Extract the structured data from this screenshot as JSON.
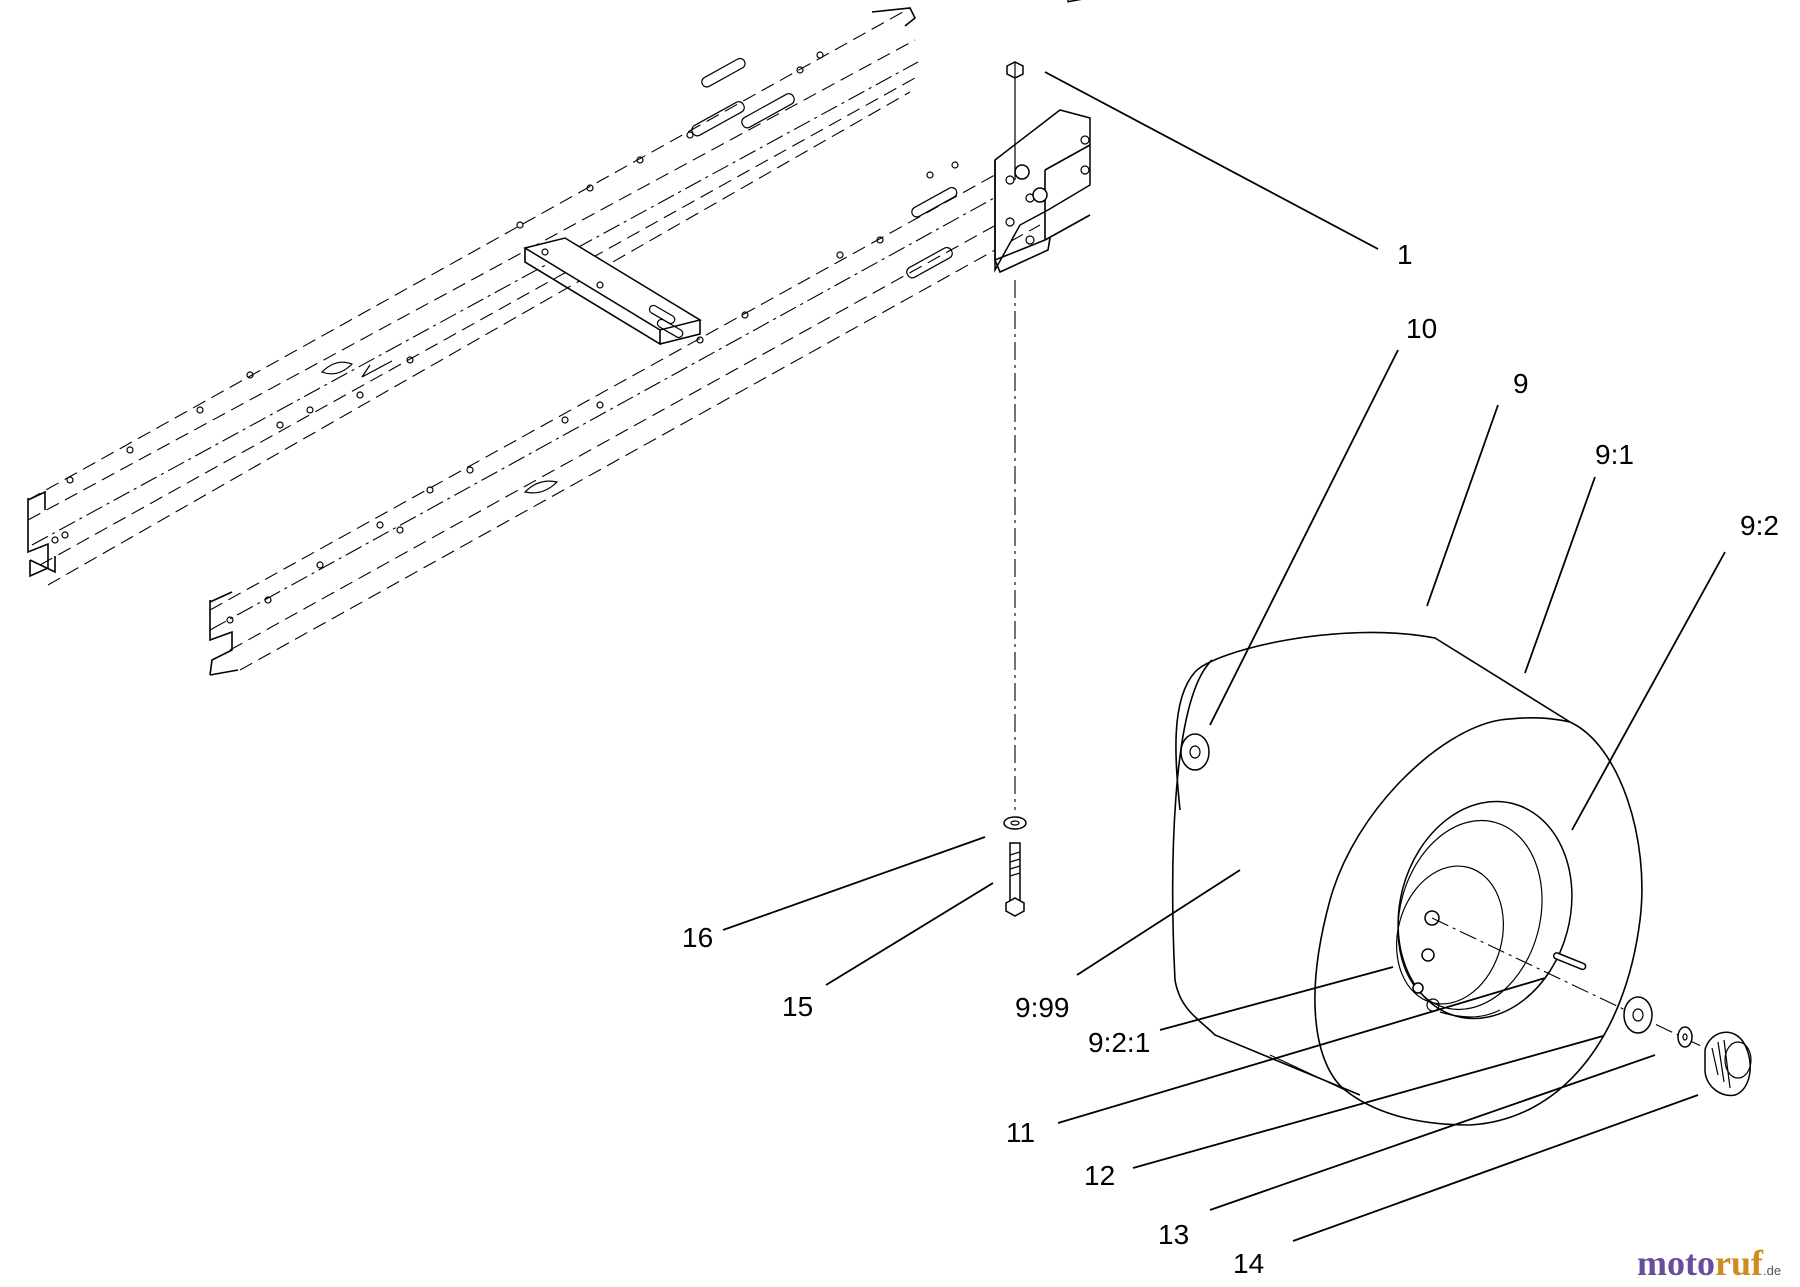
{
  "callouts": {
    "c1": "1",
    "c10": "10",
    "c9": "9",
    "c9_1": "9:1",
    "c9_2": "9:2",
    "c16": "16",
    "c15": "15",
    "c9_99": "9:99",
    "c9_2_1": "9:2:1",
    "c11": "11",
    "c12": "12",
    "c13": "13",
    "c14": "14"
  },
  "watermark": {
    "part_a": "moto",
    "part_b": "ruf",
    "suffix": ".de"
  }
}
